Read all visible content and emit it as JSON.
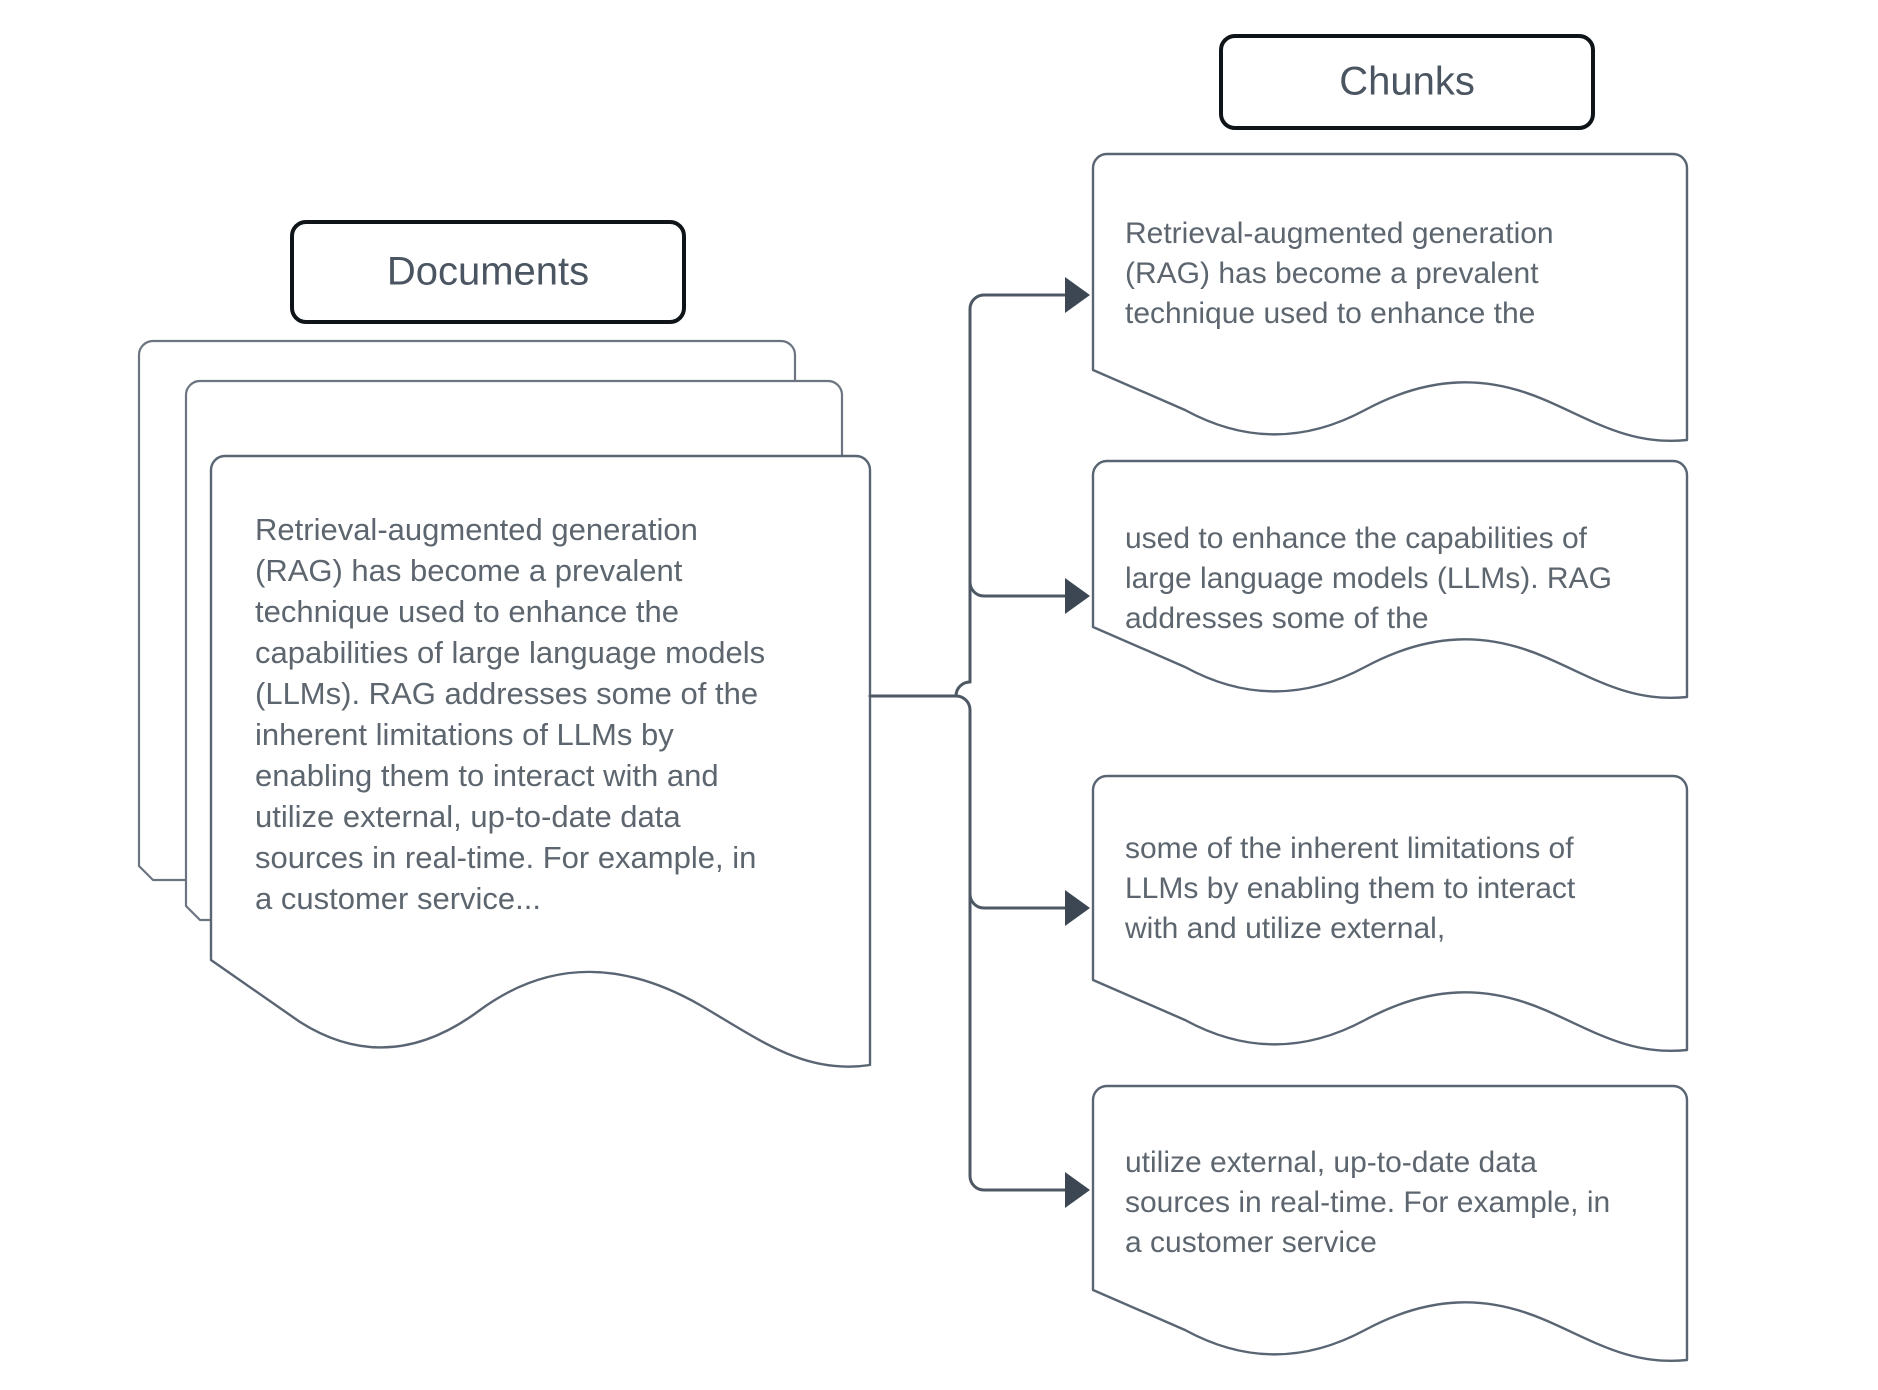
{
  "diagram": {
    "title_documents": "Documents",
    "title_chunks": "Chunks",
    "colors": {
      "stroke_dark": "#0f1419",
      "stroke_shape": "#5a6573",
      "text": "#5d666f",
      "label_text": "#4a5561",
      "connector": "#4e5864",
      "arrow": "#3d4753",
      "background": "#ffffff"
    }
  },
  "document": {
    "lines": [
      "Retrieval-augmented generation",
      "(RAG) has become a prevalent",
      "technique used to enhance the",
      "capabilities of large language models",
      "(LLMs). RAG addresses some of the",
      "inherent limitations of LLMs by",
      "enabling them to interact with and",
      "utilize external, up-to-date data",
      "sources in real-time. For example, in",
      "a customer service..."
    ]
  },
  "chunks": [
    {
      "id": "chunk-1",
      "lines": [
        "Retrieval-augmented generation",
        "(RAG) has become a prevalent",
        "technique used to enhance the"
      ]
    },
    {
      "id": "chunk-2",
      "lines": [
        "used to enhance the capabilities of",
        "large language models (LLMs). RAG",
        "addresses some of the"
      ]
    },
    {
      "id": "chunk-3",
      "lines": [
        "some of the inherent limitations of",
        "LLMs by enabling them to interact",
        "with and utilize external,"
      ]
    },
    {
      "id": "chunk-4",
      "lines": [
        "utilize external, up-to-date data",
        "sources in real-time. For example, in",
        "a customer service"
      ]
    }
  ]
}
